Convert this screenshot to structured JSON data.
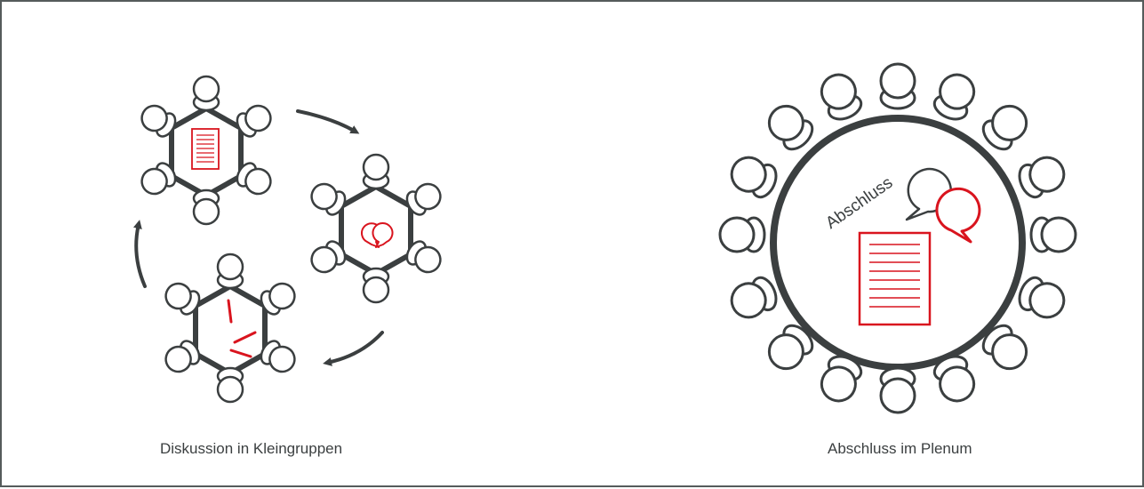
{
  "captions": {
    "left": "Diskussion in Kleingruppen",
    "right": "Abschluss im Plenum"
  },
  "plenum_table_label": "Abschluss",
  "colors": {
    "outline": "#3b3f40",
    "accent": "#d9141e",
    "background": "#ffffff",
    "frame": "#555b5b"
  },
  "icons": {
    "small_table_1": "document-icon",
    "small_table_2": "speech-bubbles-icon",
    "small_table_3": "pencils-icon",
    "plenum_document": "document-icon",
    "plenum_bubbles": "speech-bubbles-icon",
    "cycle": "rotation-arrows-icon"
  }
}
